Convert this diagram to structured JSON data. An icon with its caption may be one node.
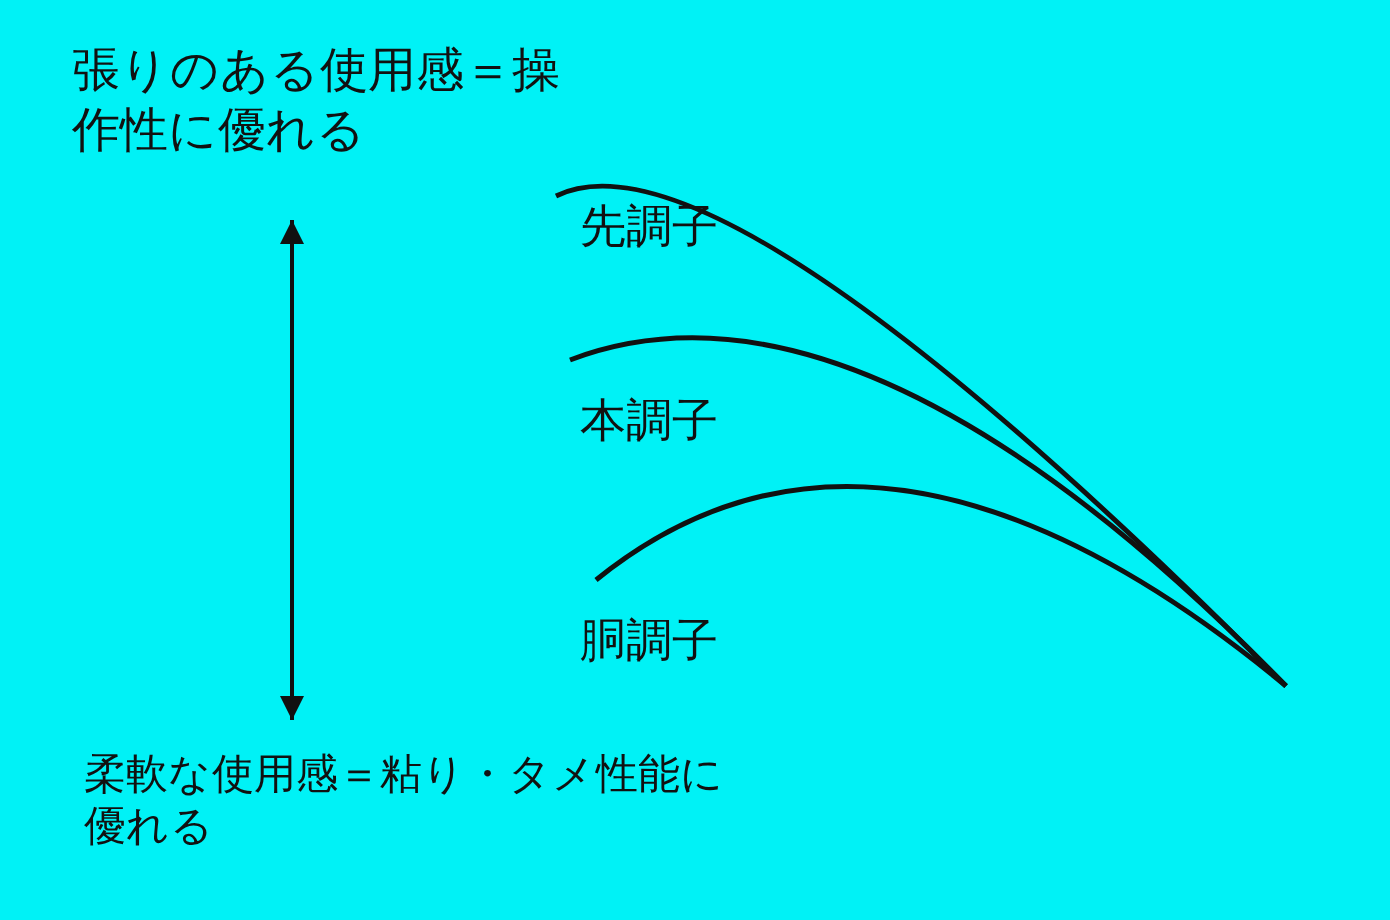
{
  "diagram": {
    "nodes": [
      {
        "text": [
          "張りのある使用感＝操作性に優れる"
        ]
      },
      {
        "text": [
          "柔軟な使用感＝粘り・タメ性能に優れる"
        ]
      }
    ],
    "edges": [
      {
        "from": 0,
        "to": 1,
        "arrow": "both"
      }
    ],
    "labels": [
      "先調子",
      "本調子",
      "胴調子"
    ]
  }
}
